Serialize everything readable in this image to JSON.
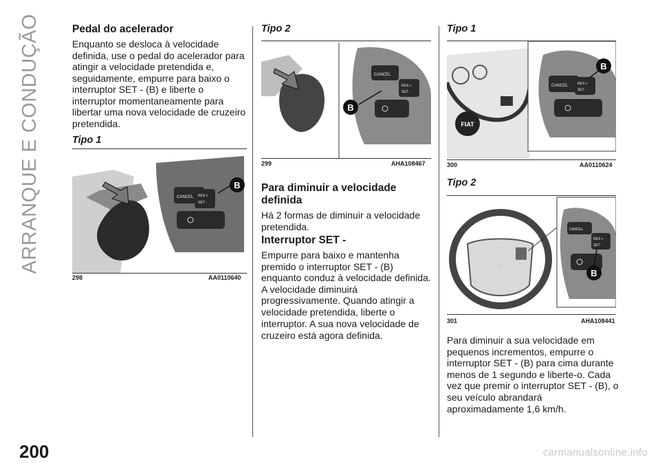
{
  "section_label": "ARRANQUE E CONDUÇÃO",
  "page_number": "200",
  "watermark": "carmanualsonline.info",
  "left": {
    "heading": "Pedal do acelerador",
    "paragraph": "Enquanto se desloca à velocidade definida, use o pedal do acelerador para atingir a velocidade pretendida e, seguidamente, empurre para baixo o interruptor SET - (B) e liberte o interruptor momentaneamente para libertar uma nova velocidade de cruzeiro pretendida.",
    "type_label": "Tipo 1",
    "figure": {
      "number": "298",
      "code": "AA0110640",
      "cancel": "CANCEL",
      "res": "RES +",
      "set": "SET -",
      "callout": "B"
    }
  },
  "middle": {
    "type_label": "Tipo 2",
    "figure": {
      "number": "299",
      "code": "AHA108467",
      "cancel": "CANCEL",
      "res": "RES +",
      "set": "SET -",
      "callout": "B"
    },
    "heading": "Para diminuir a velocidade definida",
    "intro": "Há 2 formas de diminuir a velocidade pretendida.",
    "subheading": "Interruptor SET -",
    "paragraph1": "Empurre para baixo e mantenha premido o interruptor SET - (B) enquanto conduz à velocidade definida. A velocidade diminuirá progressivamente. Quando atingir a velocidade pretendida, liberte o",
    "paragraph2": "interruptor. A sua nova velocidade de cruzeiro está agora definida."
  },
  "right": {
    "type1_label": "Tipo 1",
    "figure1": {
      "number": "300",
      "code": "AA0110624",
      "cancel": "CANCEL",
      "res": "RES +",
      "set": "SET -",
      "callout": "B",
      "brand": "FIAT"
    },
    "type2_label": "Tipo 2",
    "figure2": {
      "number": "301",
      "code": "AHA108441",
      "cancel": "CANCEL",
      "res": "RES +",
      "set": "SET -",
      "callout": "B"
    },
    "paragraph1": "Para diminuir a sua velocidade em pequenos incrementos, empurre o interruptor SET - (B) para cima durante menos de 1 segundo e liberte-o. Cada vez que premir o interruptor SET - (B), o seu veículo abrandará",
    "paragraph2": "aproximadamente 1,6 km/h."
  }
}
